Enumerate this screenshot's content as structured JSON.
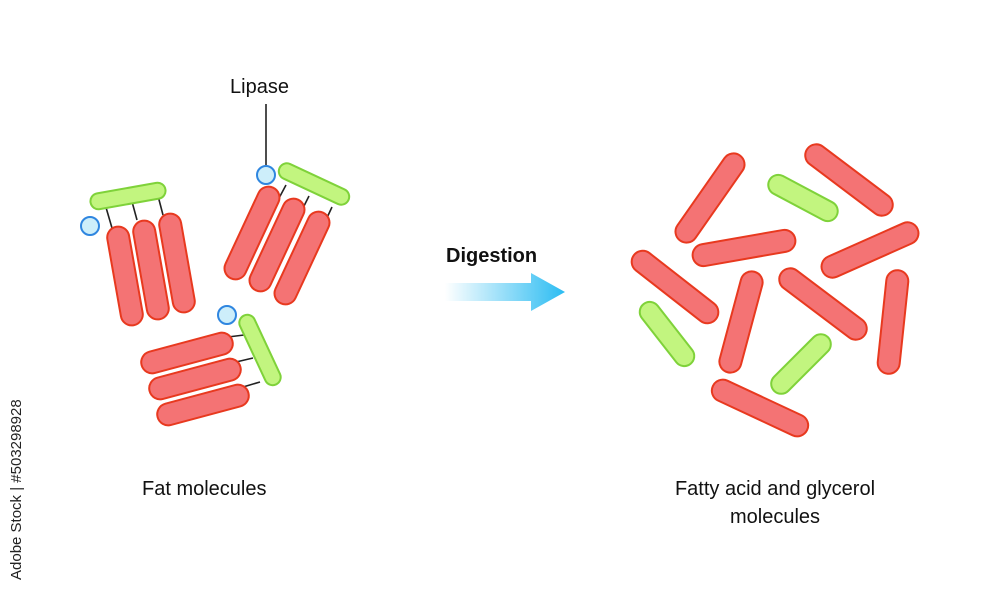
{
  "labels": {
    "lipase": "Lipase",
    "digestion": "Digestion",
    "fat_molecules": "Fat molecules",
    "products_line1": "Fatty acid and glycerol",
    "products_line2": "molecules"
  },
  "side_text": "Adobe Stock | #503298928",
  "colors": {
    "fatty_acid_fill": "#f47374",
    "fatty_acid_stroke": "#e8391f",
    "glycerol_fill": "#c2f57f",
    "glycerol_stroke": "#7fd23a",
    "lipase_fill": "#cdeefa",
    "lipase_stroke": "#2f86e0",
    "arrow_start": "#ffffff",
    "arrow_end": "#2bbcf2"
  }
}
